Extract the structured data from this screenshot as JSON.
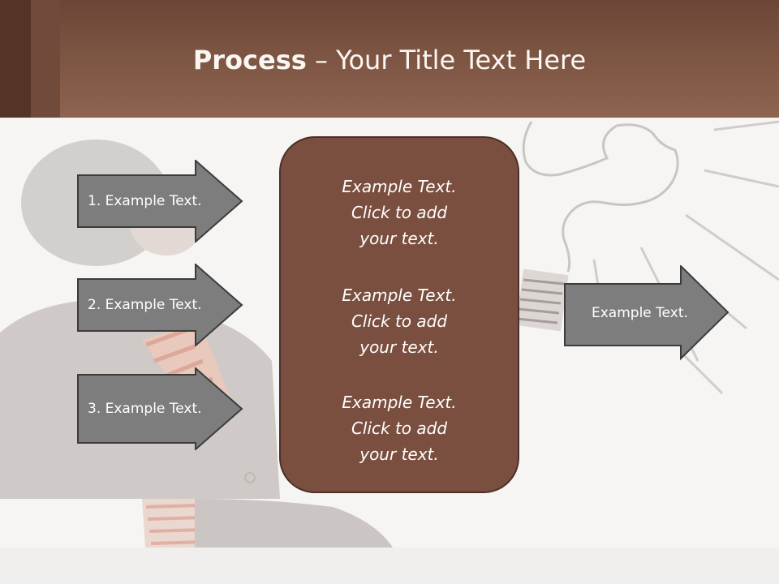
{
  "title": {
    "bold": "Process",
    "rest": " – Your Title Text Here"
  },
  "left_arrows": [
    {
      "label": "1. Example Text."
    },
    {
      "label": "2. Example Text."
    },
    {
      "label": "3. Example Text."
    }
  ],
  "center_blocks": [
    {
      "line1": "Example Text.",
      "line2": "Click  to add",
      "line3": "your text."
    },
    {
      "line1": "Example Text.",
      "line2": "Click  to add",
      "line3": "your text."
    },
    {
      "line1": "Example Text.",
      "line2": "Click  to add",
      "line3": "your text."
    }
  ],
  "right_arrow": {
    "label": "Example Text."
  },
  "colors": {
    "header": "#7c5442",
    "box": "#7a4f3f",
    "arrow_fill": "#7d7d7d",
    "arrow_border": "#3c3c3c"
  }
}
